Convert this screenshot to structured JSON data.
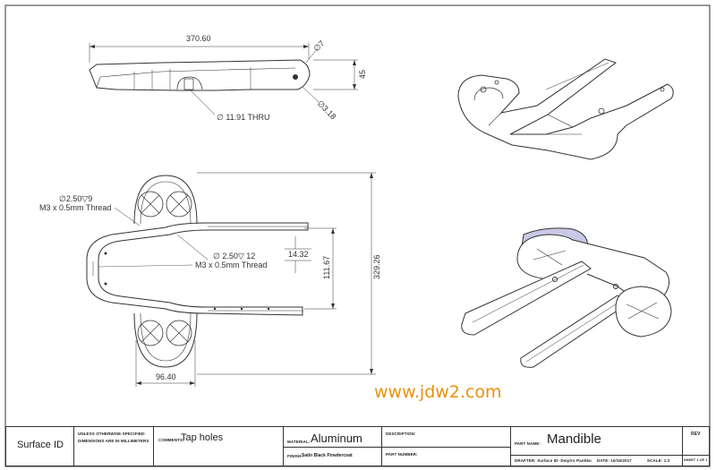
{
  "dimensions": {
    "top_length": "370.60",
    "top_height": "45",
    "top_hole_large": "∅7",
    "top_hole_small": "∅3.18",
    "thru_hole": "∅ 11.91 THRU",
    "hole_callout_1_size": "∅2.50▽9",
    "hole_callout_1_thread": "M3 x 0.5mm Thread",
    "hole_callout_2_size": "∅ 2.50▽ 12",
    "hole_callout_2_thread": "M3 x 0.5mm Thread",
    "slot_width": "14.32",
    "inner_height": "111.67",
    "overall_height": "329.26",
    "bottom_width": "96.40"
  },
  "watermark": "www.jdw2.com",
  "title_block": {
    "surface_id": "Surface ID",
    "tolerance_note_1": "UNLESS OTHERWISE SPECIFIED:",
    "tolerance_note_2": "DIMENSIONS ARE IN MILLIMETERS",
    "comments_label": "COMMENTS:",
    "comments_value": "Tap holes",
    "material_label": "MATERIAL:",
    "material_value": "Aluminum",
    "finish_label": "FINISH:",
    "finish_value": "Satin Black Powdercoat",
    "description_label": "DESCRIPTION:",
    "part_number_label": "PART NUMBER:",
    "part_name_label": "PART NAME:",
    "part_name_value": "Mandible",
    "rev_label": "REV",
    "drafter": "DRAFTER: Surface ID- Dmytro Panhko",
    "date": "DATE: 10/16/2017",
    "scale": "SCALE: 1:2",
    "sheet": "SHEET 1 OF 1"
  },
  "colors": {
    "line": "#333333",
    "watermark": "#e8920c",
    "iso_highlight": "#c9c9e6"
  }
}
